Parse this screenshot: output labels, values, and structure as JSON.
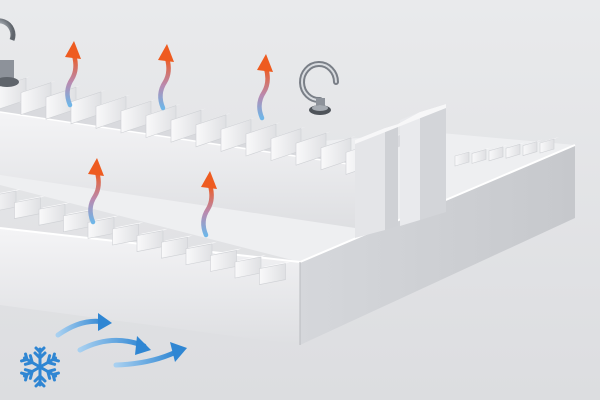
{
  "image": {
    "subject": "heat-sink-high-bay-light-fixture",
    "elements": [
      "finned-housing",
      "eye-bolt-hooks",
      "heat-flow-arrows",
      "cool-air-arrows",
      "snowflake-icon"
    ]
  },
  "colors": {
    "background": "#e8e9eb",
    "housing_light": "#f7f7f8",
    "housing_mid": "#e2e3e6",
    "housing_shadow": "#c9cbcf",
    "heat_arrow_top": "#ee5b20",
    "heat_arrow_bottom": "#6fb6e8",
    "cool_arrow": "#3d8fd6",
    "snowflake": "#2f86d3",
    "metal": "#8a8f96"
  },
  "icons": {
    "cool_air": "snowflake-icon",
    "heat_flow": "arrow-up-curved-icon",
    "airflow": "arrow-right-curved-icon"
  }
}
